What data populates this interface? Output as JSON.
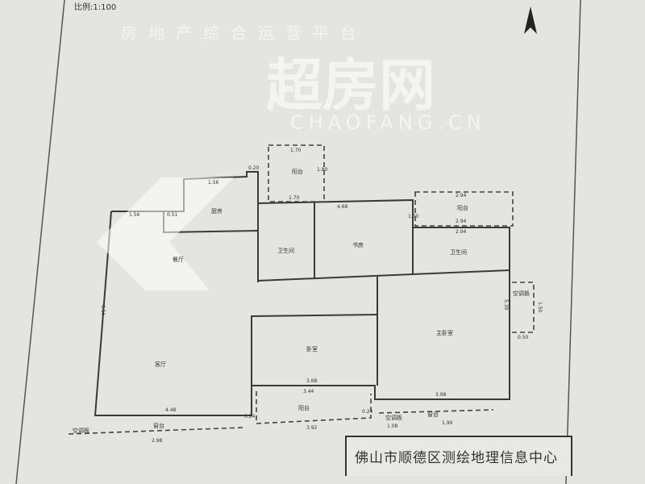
{
  "scale_label": "比例:1:100",
  "north_arrow": "north-arrow-icon",
  "rooms": [
    "餐厅",
    "厨房",
    "客厅",
    "卫生间",
    "书房",
    "卫生间",
    "卧室",
    "主卧室",
    "阳台",
    "阳台",
    "阳台",
    "空调板",
    "窗台",
    "空调板",
    "窗台",
    "空调板"
  ],
  "dimensions": [
    "1.56",
    "0.51",
    "1.56",
    "0.20",
    "1.70",
    "1.70",
    "1.80",
    "4.68",
    "2.94",
    "2.94",
    "2.94",
    "1.00",
    "6.16",
    "4.48",
    "2.98",
    "3.68",
    "3.44",
    "3.92",
    "1.08",
    "1.99",
    "3.98",
    "5.39",
    "0.50",
    "1.50",
    "0.24",
    "0.24"
  ],
  "watermark": {
    "brand": "超房网",
    "domain": "CHAOFANG.CN",
    "slogan": "房地产综合运营平台"
  },
  "title_block": "佛山市顺德区测绘地理信息中心",
  "colors": {
    "paper": "#e4e4e1",
    "ink": "#3a3a3a"
  }
}
